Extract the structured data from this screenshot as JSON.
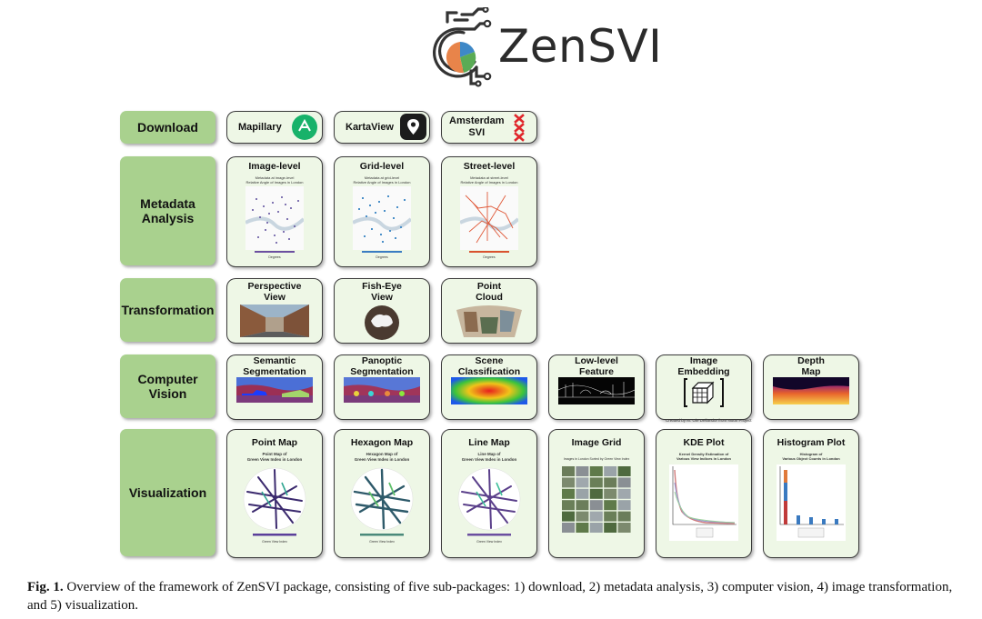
{
  "logo": {
    "text": "ZenSVI"
  },
  "categories": {
    "download": "Download",
    "metadata": "Metadata\nAnalysis",
    "transformation": "Transformation",
    "cv": "Computer\nVision",
    "viz": "Visualization"
  },
  "download": {
    "mapillary": "Mapillary",
    "kartaview": "KartaView",
    "amsterdam": "Amsterdam\nSVI"
  },
  "metadata": {
    "image": "Image-level",
    "grid": "Grid-level",
    "street": "Street-level",
    "image_sub": "Metadata at image-level\nRelative Angle of Images in London",
    "grid_sub": "Metadata at grid-level\nRelative Angle of Images in London",
    "street_sub": "Metadata at street-level\nRelative Angle of Images in London",
    "cbar": "Degrees"
  },
  "transformation": {
    "perspective": "Perspective\nView",
    "fisheye": "Fish-Eye\nView",
    "pointcloud": "Point\nCloud"
  },
  "cv": {
    "semantic": "Semantic\nSegmentation",
    "panoptic": "Panoptic\nSegmentation",
    "scene": "Scene\nClassification",
    "lowlevel": "Low-level\nFeature",
    "embedding": "Image\nEmbedding",
    "depth": "Depth\nMap",
    "credit": "Created by M. Ole Dellandor from Noun Project"
  },
  "viz": {
    "pointmap": "Point Map",
    "hexmap": "Hexagon Map",
    "linemap": "Line Map",
    "imagegrid": "Image Grid",
    "kde": "KDE Plot",
    "histogram": "Histogram Plot",
    "pointmap_sub": "Point Map of\nGreen View Index in London",
    "hexmap_sub": "Hexagon Map of\nGreen View Index in London",
    "linemap_sub": "Line Map of\nGreen View Index in London",
    "imagegrid_sub": "Images in London Sorted by Green View Index",
    "kde_sub": "Kernel Density Estimation of\nVarious View Indices in London",
    "histogram_sub": "Histogram of\nVarious Object Counts in London",
    "gvi_label": "Green View Index"
  },
  "caption": {
    "fig": "Fig. 1.",
    "text": " Overview of the framework of ZenSVI package, consisting of five sub-packages: 1) download, 2) metadata analysis, 3) computer vision, 4) image transformation, and 5) visualization."
  },
  "colors": {
    "category_bg": "#a9d18e",
    "card_bg": "#eef7e6",
    "mapillary": "#17b26a",
    "amsterdam": "#e0262b",
    "logo_orange": "#e8844a",
    "logo_blue": "#3e88c7",
    "logo_green": "#5aab55"
  }
}
